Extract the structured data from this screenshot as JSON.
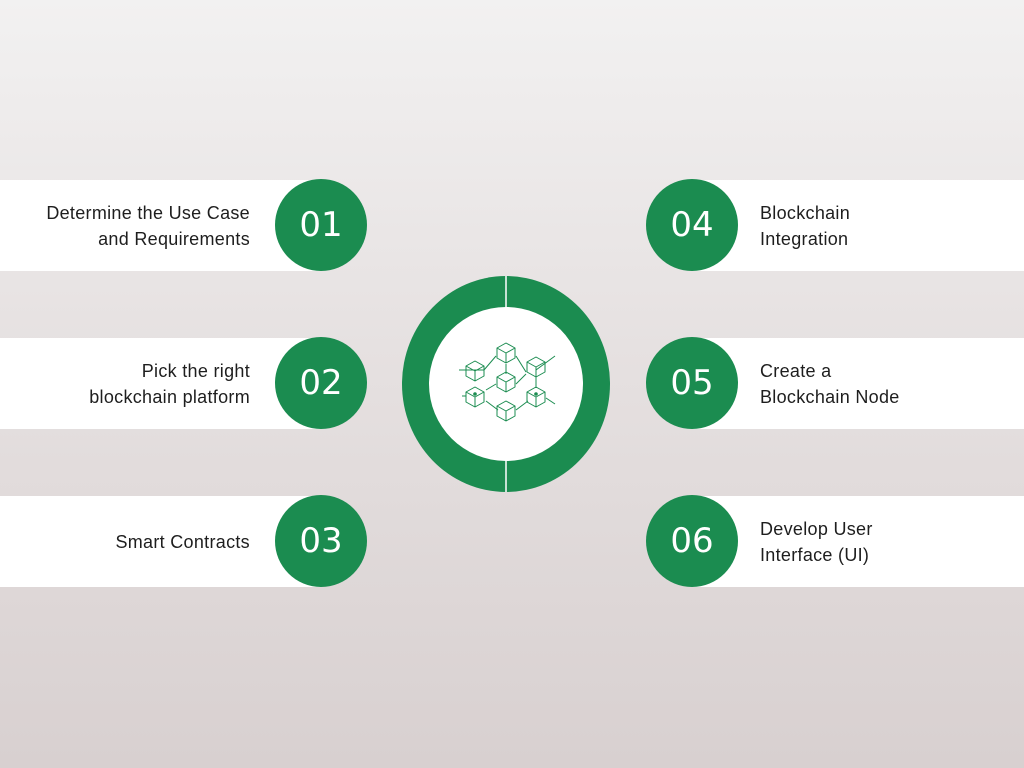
{
  "steps": [
    {
      "number": "01",
      "label_line1": "Determine the Use Case",
      "label_line2": "and Requirements"
    },
    {
      "number": "02",
      "label_line1": "Pick the right",
      "label_line2": "blockchain platform"
    },
    {
      "number": "03",
      "label_line1": "Smart Contracts",
      "label_line2": ""
    },
    {
      "number": "04",
      "label_line1": "Blockchain",
      "label_line2": "Integration"
    },
    {
      "number": "05",
      "label_line1": "Create a",
      "label_line2": "Blockchain Node"
    },
    {
      "number": "06",
      "label_line1": "Develop User",
      "label_line2": "Interface (UI)"
    }
  ],
  "colors": {
    "accent": "#1b8c50",
    "bar": "#ffffff",
    "text": "#1e1e1e"
  },
  "hub_icon": "blockchain-network-icon"
}
